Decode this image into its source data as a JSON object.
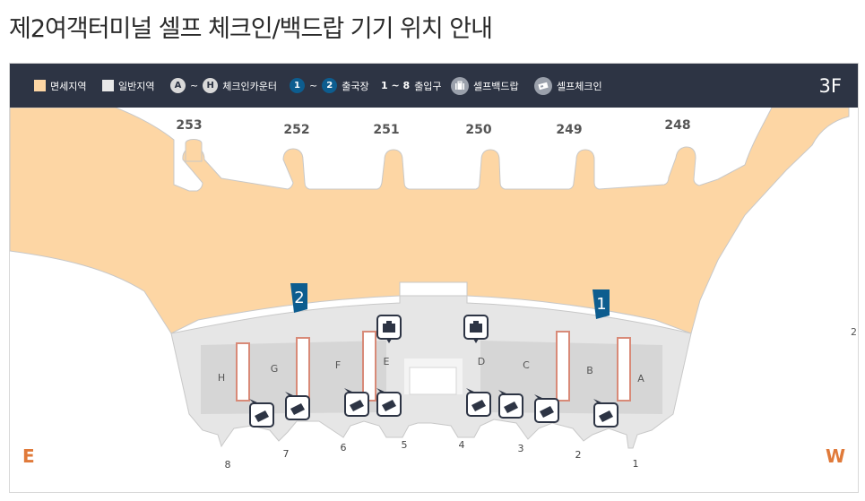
{
  "title": "제2여객터미널 셀프 체크인/백드랍 기기 위치 안내",
  "legend": {
    "duty_free": "면세지역",
    "general": "일반지역",
    "counter_from": "A",
    "counter_tilde": "~",
    "counter_to": "H",
    "counter_label": "체크인카운터",
    "dep_from": "1",
    "dep_tilde": "~",
    "dep_to": "2",
    "dep_label": "출국장",
    "entrance_range": "1 ~ 8",
    "entrance_label": "출입구",
    "bagdrop_label": "셀프백드랍",
    "checkin_label": "셀프체크인",
    "bagdrop_icon": "luggage-icon",
    "checkin_icon": "ticket-icon"
  },
  "floor": "3F",
  "gates": [
    "253",
    "252",
    "251",
    "250",
    "249",
    "248"
  ],
  "counters": [
    "H",
    "G",
    "F",
    "E",
    "D",
    "C",
    "B",
    "A"
  ],
  "departures": [
    "2",
    "1"
  ],
  "entrances": [
    "8",
    "7",
    "6",
    "5",
    "4",
    "3",
    "2",
    "1"
  ],
  "edge_label": "2",
  "direction_east": "E",
  "direction_west": "W",
  "colors": {
    "duty_free": "#fdd6a4",
    "general": "#e3e3e3",
    "header": "#2d3444",
    "departure_badge": "#0d5d8f",
    "direction": "#e07a3a",
    "counter_shelf": "#d88a78"
  }
}
